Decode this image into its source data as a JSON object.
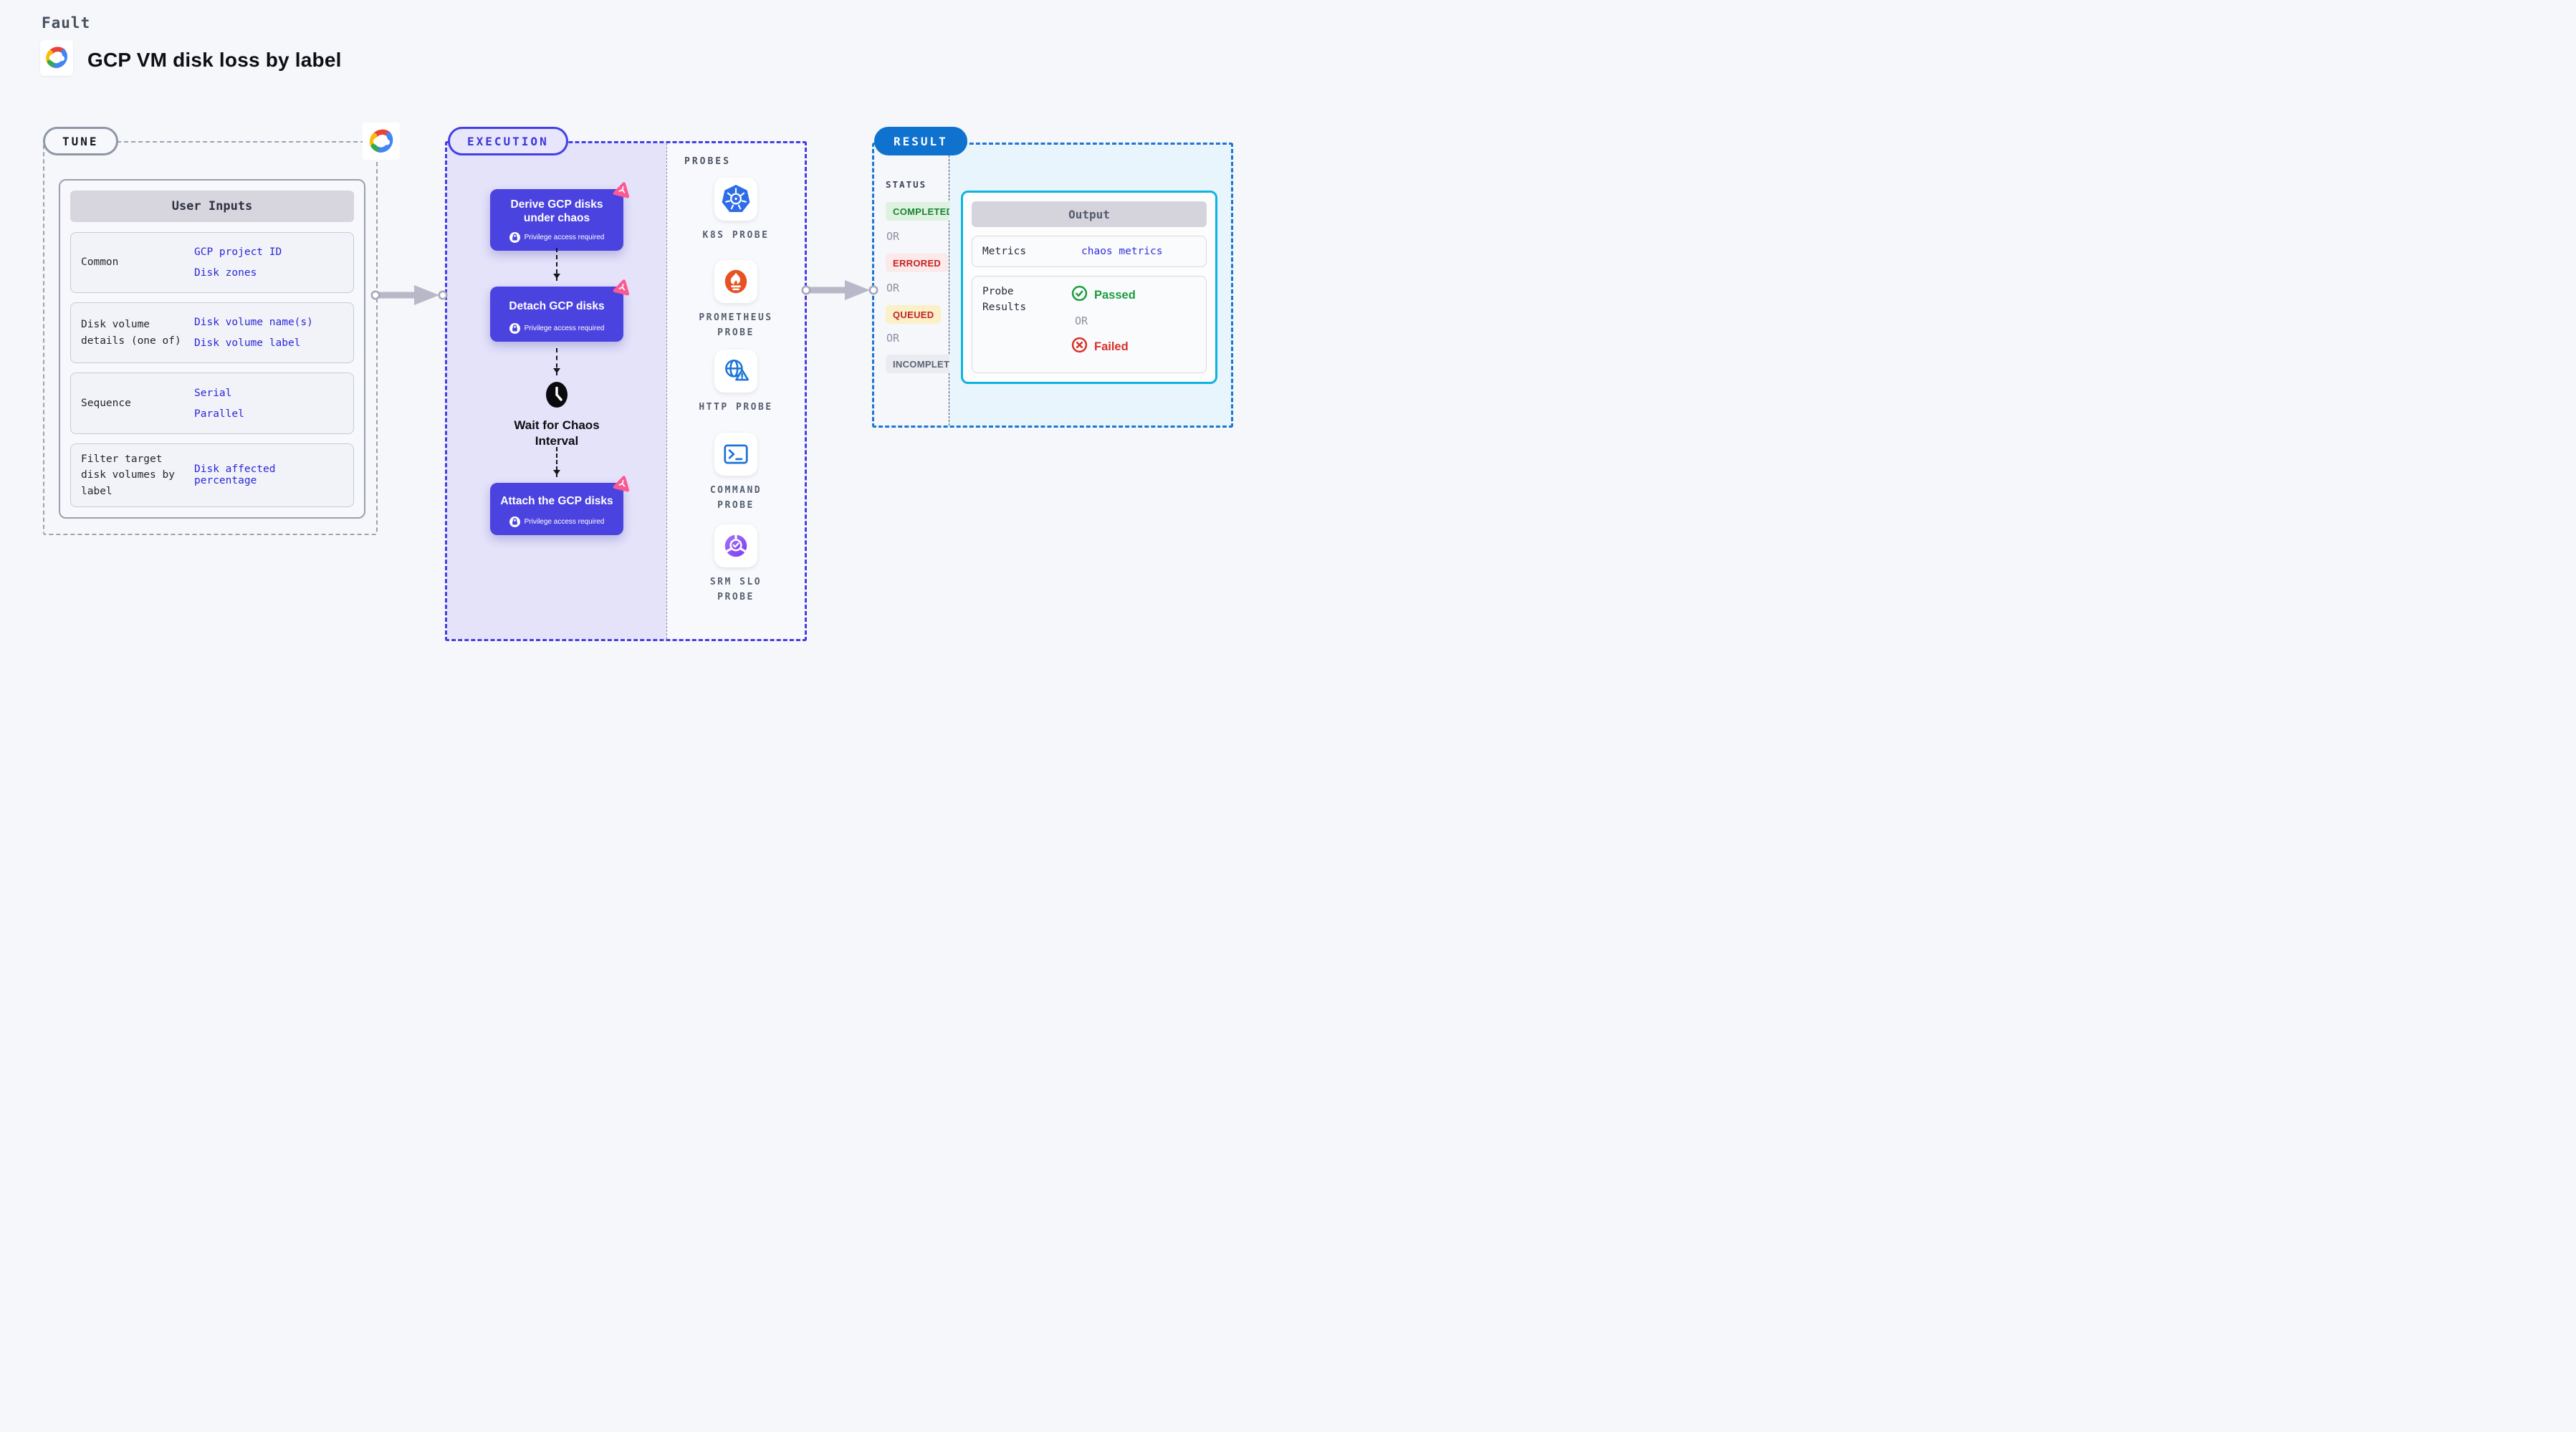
{
  "page": {
    "fault_label": "Fault",
    "title": "GCP VM disk loss by label"
  },
  "colors": {
    "accent_indigo": "#4b43df",
    "lavender_bg": "#e4e3fa",
    "result_blue": "#0f72cf",
    "output_border_cyan": "#0db3e2",
    "link_blue": "#2a28d8",
    "chaos_pink": "#fa5a93",
    "passed_green": "#1a9c3e",
    "failed_red": "#d8312a",
    "queued_yellow_bg": "#fbf0c8"
  },
  "tune": {
    "badge": "TUNE",
    "table": {
      "header": "User Inputs",
      "rows": [
        {
          "label": "Common",
          "links": [
            "GCP project ID",
            "Disk zones"
          ]
        },
        {
          "label": "Disk volume details (one of)",
          "links": [
            "Disk volume name(s)",
            "Disk volume label"
          ]
        },
        {
          "label": "Sequence",
          "links": [
            "Serial",
            "Parallel"
          ]
        },
        {
          "label": "Filter target disk volumes by label",
          "links": [
            "Disk affected percentage"
          ]
        }
      ]
    }
  },
  "execution": {
    "badge": "EXECUTION",
    "nodes": [
      {
        "title": "Derive GCP disks under chaos",
        "note": "Privilege access required"
      },
      {
        "title": "Detach GCP disks",
        "note": "Privilege access required"
      },
      {
        "title": "Attach the GCP disks",
        "note": "Privilege access required"
      }
    ],
    "wait_label": "Wait for Chaos Interval"
  },
  "probes": {
    "label": "PROBES",
    "items": [
      {
        "name": "K8S PROBE",
        "icon": "kubernetes-icon"
      },
      {
        "name": "PROMETHEUS PROBE",
        "icon": "prometheus-icon"
      },
      {
        "name": "HTTP PROBE",
        "icon": "http-globe-icon"
      },
      {
        "name": "COMMAND PROBE",
        "icon": "terminal-icon"
      },
      {
        "name": "SRM SLO PROBE",
        "icon": "slo-donut-icon"
      }
    ]
  },
  "result": {
    "badge": "RESULT",
    "status_label": "STATUS",
    "or_label": "OR",
    "statuses": [
      {
        "label": "COMPLETED",
        "tone": "green"
      },
      {
        "label": "ERRORED",
        "tone": "red"
      },
      {
        "label": "QUEUED",
        "tone": "yellow"
      },
      {
        "label": "INCOMPLETED",
        "tone": "gray"
      }
    ],
    "output": {
      "header": "Output",
      "metrics_label": "Metrics",
      "metrics_value": "chaos metrics",
      "probe_results_label": "Probe Results",
      "passed_label": "Passed",
      "failed_label": "Failed"
    }
  }
}
